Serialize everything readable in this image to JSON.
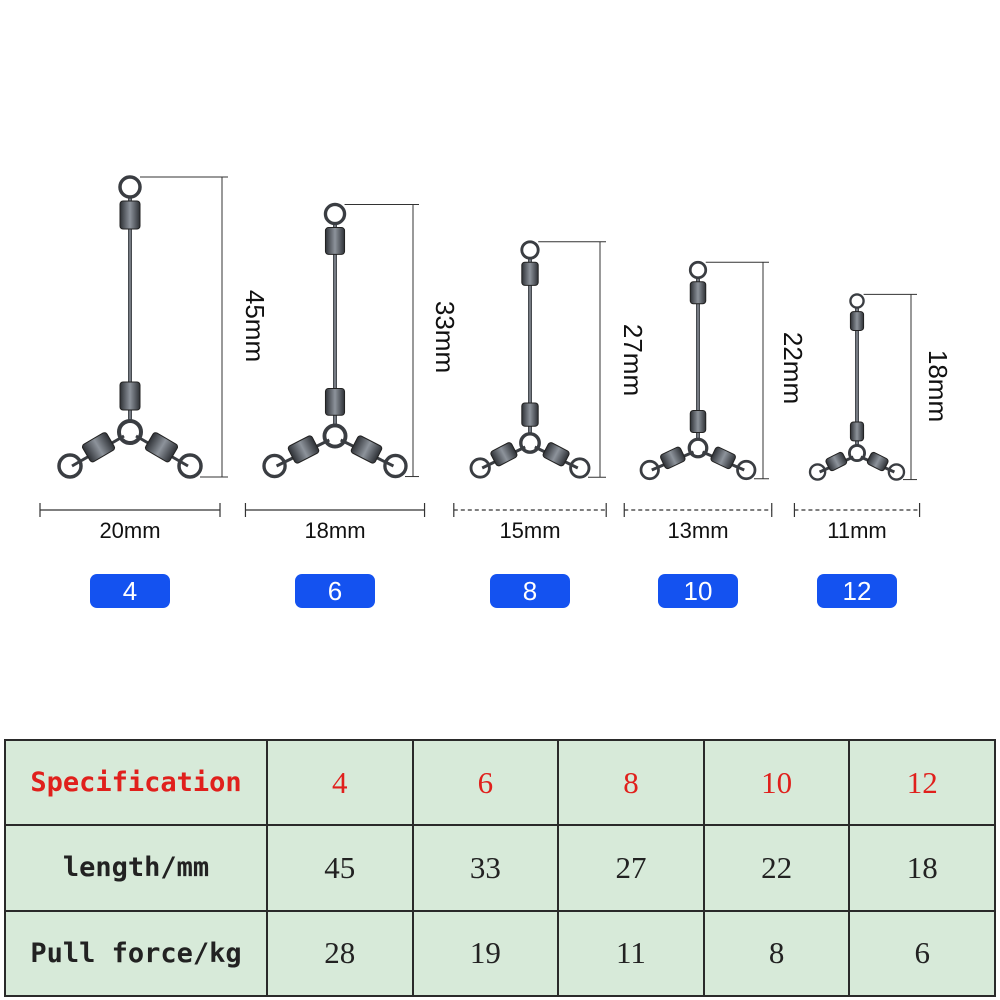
{
  "colors": {
    "badge": "#1452f0",
    "badge_text": "#ffffff",
    "spec_text": "#e0201c",
    "table_bg": "#d7ead9",
    "table_border": "#2a2a2a",
    "metal_dark": "#3a3d42",
    "metal_light": "#9aa0a8"
  },
  "swivels": [
    {
      "size": "4",
      "length_label": "45mm",
      "width_label": "20mm"
    },
    {
      "size": "6",
      "length_label": "33mm",
      "width_label": "18mm"
    },
    {
      "size": "8",
      "length_label": "27mm",
      "width_label": "15mm"
    },
    {
      "size": "10",
      "length_label": "22mm",
      "width_label": "13mm"
    },
    {
      "size": "12",
      "length_label": "18mm",
      "width_label": "11mm"
    }
  ],
  "table": {
    "rows": [
      {
        "header": "Specification",
        "cells": [
          "4",
          "6",
          "8",
          "10",
          "12"
        ]
      },
      {
        "header": "length/mm",
        "cells": [
          "45",
          "33",
          "27",
          "22",
          "18"
        ]
      },
      {
        "header": "Pull force/kg",
        "cells": [
          "28",
          "19",
          "11",
          "8",
          "6"
        ]
      }
    ]
  }
}
